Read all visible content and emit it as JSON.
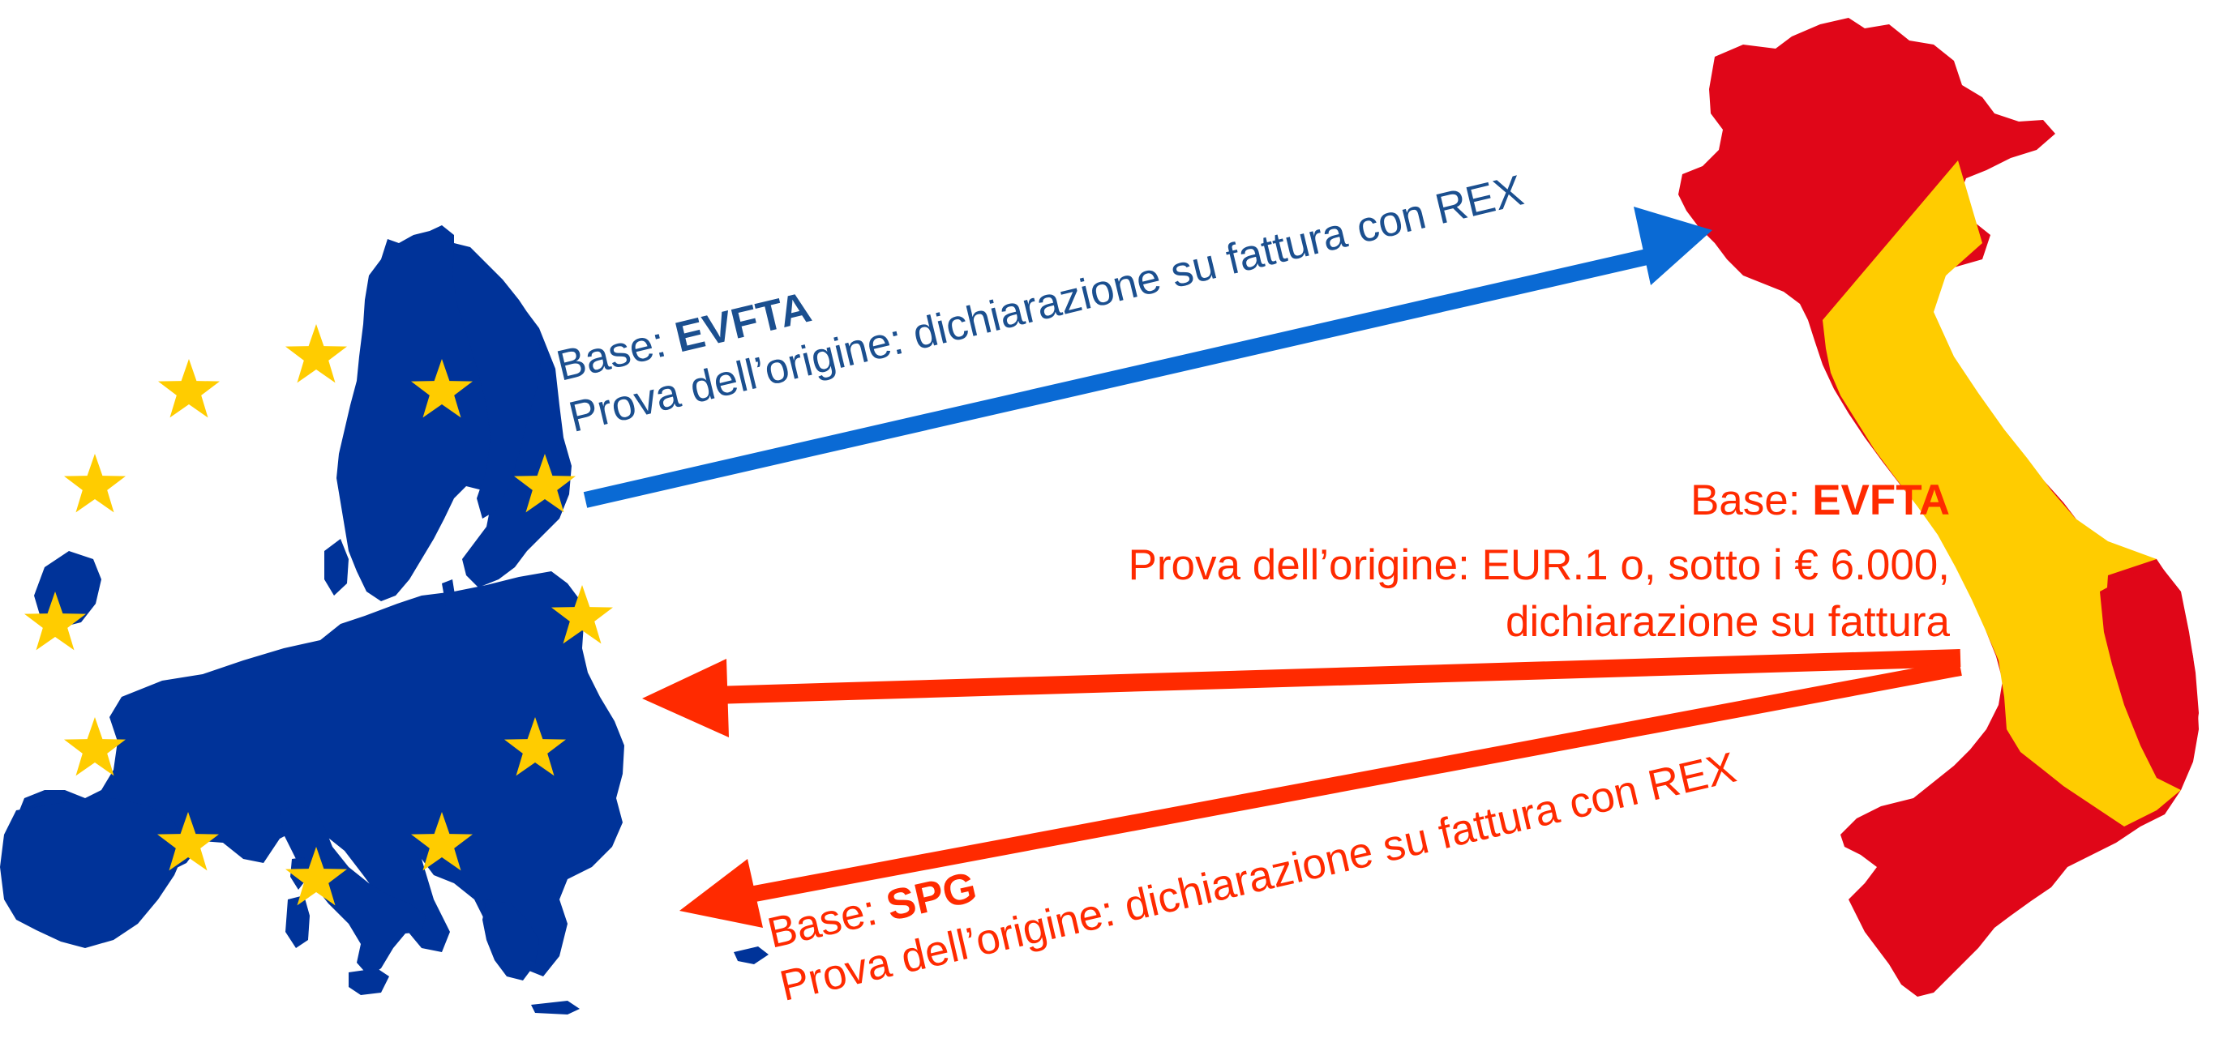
{
  "colors": {
    "eu_blue": "#003399",
    "eu_star": "#ffcc00",
    "vn_red": "#e00618",
    "vn_yellow": "#ffcc00",
    "arrow_blue": "#0a6ad4",
    "text_blue": "#1b4f8f",
    "arrow_red": "#ff2a00",
    "text_red": "#ff2a00",
    "background": "#ffffff"
  },
  "icons": {
    "eu": "europe-map-icon",
    "vn": "vietnam-map-icon"
  },
  "export_eu_to_vn": {
    "base_prefix": "Base: ",
    "base_bold": "EVFTA",
    "proof": "Prova dell’origine: dichiarazione su fattura con REX"
  },
  "import_vn_evfta": {
    "base_prefix": "Base: ",
    "base_bold": "EVFTA",
    "proof_line1": "Prova dell’origine: EUR.1 o, sotto i € 6.000,",
    "proof_line2": "dichiarazione su fattura"
  },
  "import_vn_spg": {
    "base_prefix": "Base: ",
    "base_bold": "SPG",
    "proof": "Prova dell’origine: dichiarazione su fattura con REX"
  }
}
